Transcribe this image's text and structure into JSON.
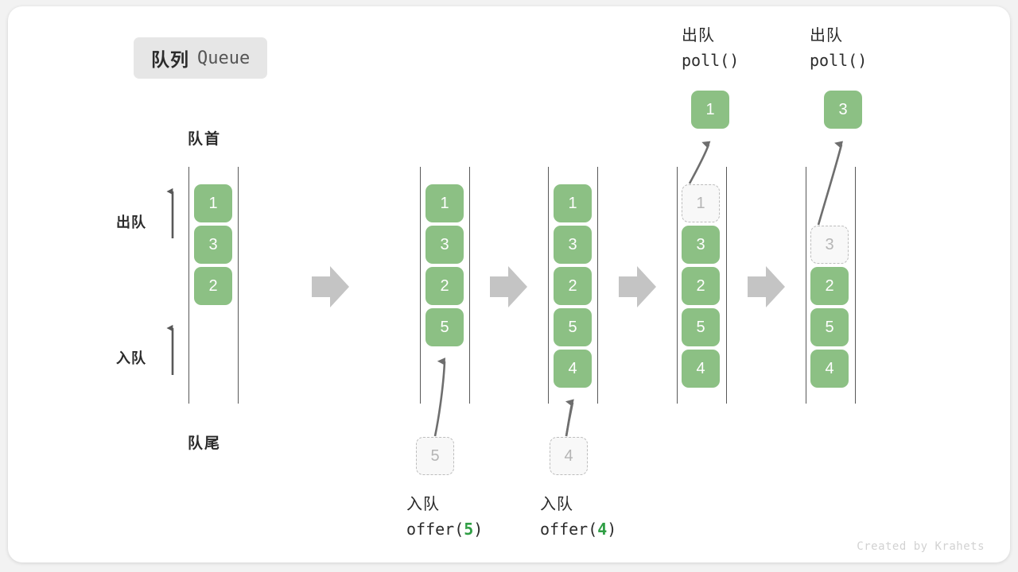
{
  "title": {
    "cn": "队列",
    "en": "Queue"
  },
  "colors": {
    "cell_fill": "#8cc084",
    "cell_text": "#ffffff",
    "ghost_fill": "#f8f8f8",
    "ghost_border": "#bdbdbd",
    "ghost_text": "#b5b5b5",
    "rail": "#585858",
    "arrow_gray": "#c4c4c4",
    "curve_arrow": "#6e6e6e",
    "accent_green": "#2f9e44",
    "badge_bg": "#e6e6e6",
    "text": "#2b2b2b",
    "card_bg": "#ffffff",
    "page_bg": "#f2f2f2"
  },
  "labels": {
    "head": "队首",
    "tail": "队尾",
    "dequeue_side": "出队",
    "enqueue_side": "入队",
    "arrow_up_icon": "up-arrow-icon",
    "flow_arrow_icon": "right-block-arrow-icon"
  },
  "columns": [
    {
      "id": "col-initial",
      "cells": [
        "1",
        "3",
        "2"
      ],
      "ghost": null,
      "caption": null,
      "result": null
    },
    {
      "id": "col-offer-5",
      "cells": [
        "1",
        "3",
        "2",
        "5"
      ],
      "ghost": {
        "value": "5",
        "position": "below"
      },
      "caption": {
        "cn": "入队",
        "code_prefix": "offer(",
        "arg": "5",
        "code_suffix": ")"
      },
      "result": null
    },
    {
      "id": "col-offer-4",
      "cells": [
        "1",
        "3",
        "2",
        "5",
        "4"
      ],
      "ghost": {
        "value": "4",
        "position": "below"
      },
      "caption": {
        "cn": "入队",
        "code_prefix": "offer(",
        "arg": "4",
        "code_suffix": ")"
      },
      "result": null
    },
    {
      "id": "col-poll-1",
      "cells": [
        "3",
        "2",
        "5",
        "4"
      ],
      "ghost": {
        "value": "1",
        "position": "slot-0"
      },
      "caption": {
        "cn": "出队",
        "code_prefix": "poll(",
        "arg": "",
        "code_suffix": ")"
      },
      "result": {
        "value": "1"
      }
    },
    {
      "id": "col-poll-3",
      "cells": [
        "2",
        "5",
        "4"
      ],
      "ghost": {
        "value": "3",
        "position": "slot-1"
      },
      "caption": {
        "cn": "出队",
        "code_prefix": "poll(",
        "arg": "",
        "code_suffix": ")"
      },
      "result": {
        "value": "3"
      }
    }
  ],
  "watermark": "Created by Krahets"
}
